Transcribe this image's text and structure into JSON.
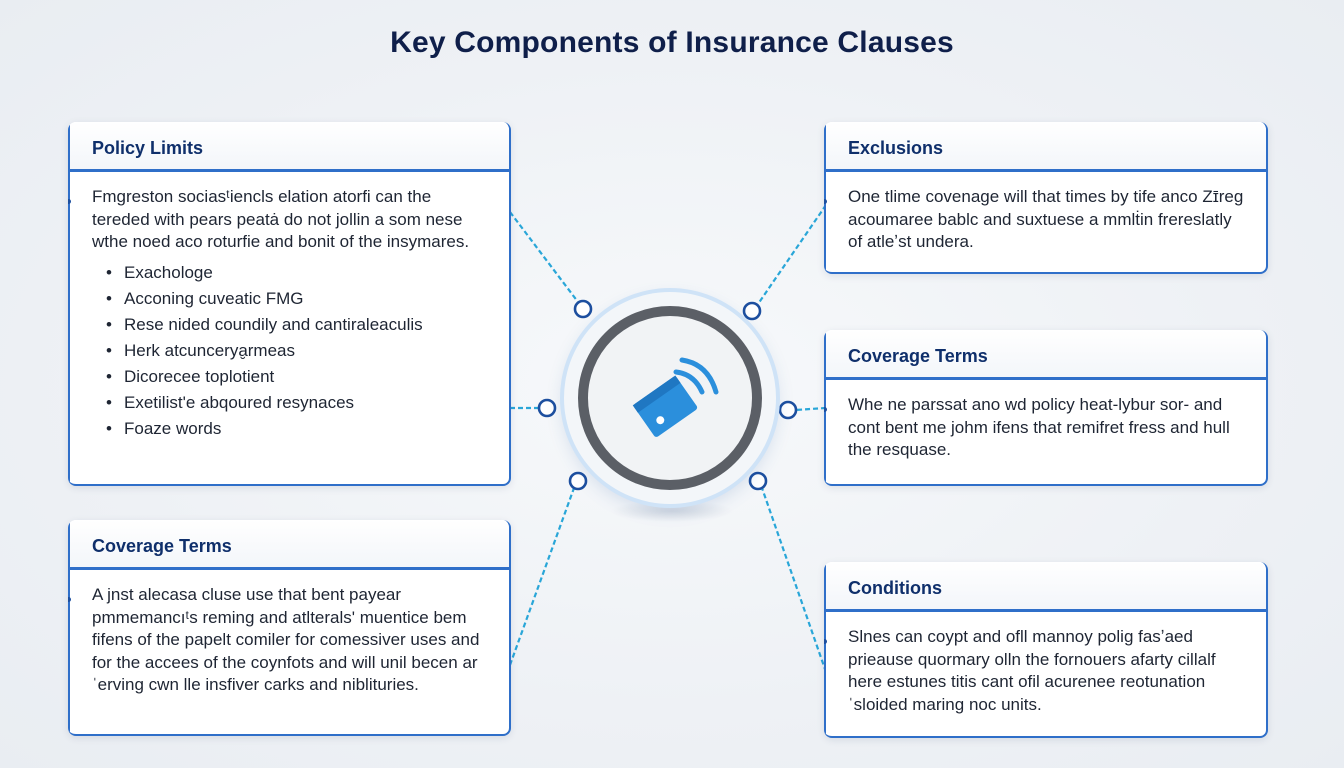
{
  "header": {
    "title": "Key Components of Insurance Clauses"
  },
  "cards": {
    "policy_limits": {
      "title": "Policy Limits",
      "text": "Fmgreston sociasᵗiencls elation atorfi can the tereded with pears peatȧ do not jollin a som nese wthe noed aco roturfie and bonit of the insymares.",
      "items": [
        "Exachologe",
        "Acconing cuveatic FMG",
        "Rese nided coundily and cantiraleaculis",
        "Herk atcuncerya̮rmeas",
        "Dicorecee toplotient",
        "Exetilist'e abqoured resynaces",
        "Foaze words"
      ]
    },
    "exclusions": {
      "title": "Exclusions",
      "text": "One tlime covenage will that times by tife anco Zɪ̄reg acoumaree bablc and suxtuese a mmlṫin frereslatly of atleʼst undera."
    },
    "coverage_terms_right": {
      "title": "Coverage Terms",
      "text": "Whe ne parssat ano wd policy heat-lybur sor- and cont bent me johm ifens that remifret fress and hull the resquase."
    },
    "coverage_terms_left": {
      "title": "Coverage Terms",
      "text": "A jnst alecasa cluse use that bent payear pmmemancıᵗs reming and atlterals' muentice bem fifens of the papelt comiler for comessiver uses and for the accees of the coynfots and will unil becen arˈerving cwn lle insfiver carks and niblituries."
    },
    "conditions": {
      "title": "Conditions",
      "text": "Slnes can coypt and ofll mannoy polig fasʼaed prieause quormary olln the fornouers afarty cillalf here estunes titis cant ofil acurenee reotunationˈsloided maring noc units."
    }
  },
  "hub": {
    "icon": "insurance-policy-icon",
    "colors": {
      "ring": "#5b5f66",
      "accent": "#2b8fdc"
    }
  },
  "colors": {
    "title": "#0f1f4a",
    "card_border": "#2f6fc9",
    "connector": "#29a6d8"
  }
}
